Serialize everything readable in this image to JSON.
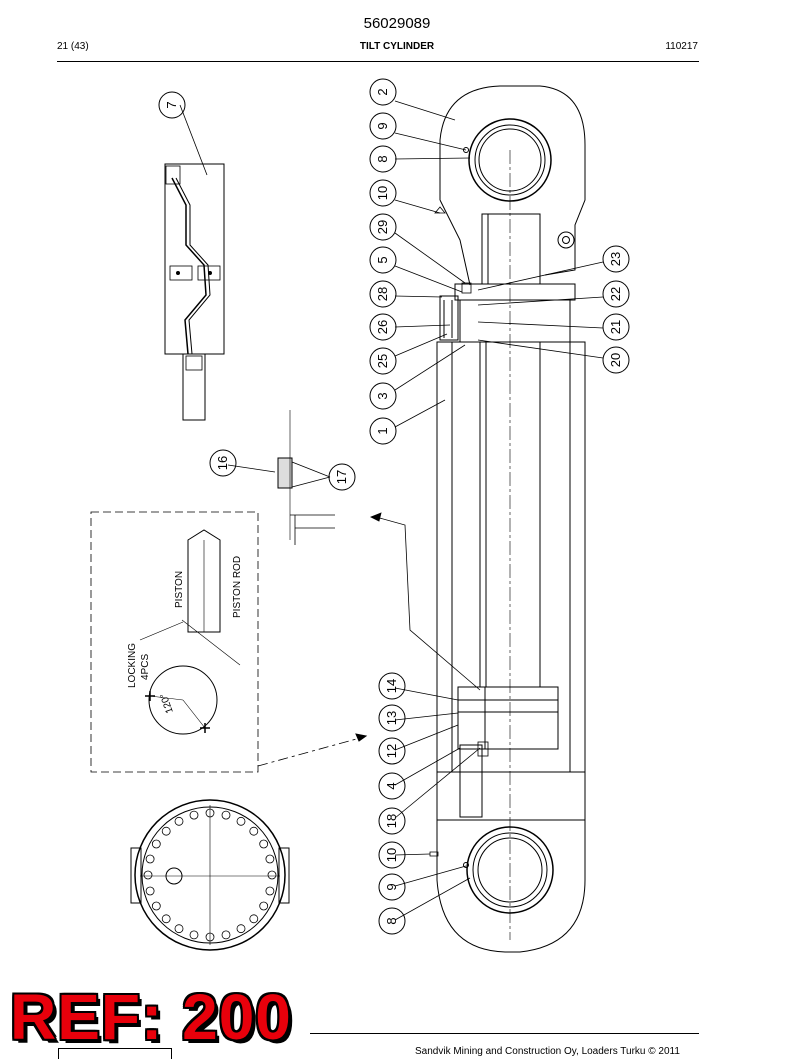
{
  "header": {
    "part_number": "56029089",
    "page": "21 (43)",
    "title": "TILT CYLINDER",
    "code": "110217"
  },
  "callouts": {
    "c2": "2",
    "c9a": "9",
    "c8a": "8",
    "c10a": "10",
    "c29": "29",
    "c5": "5",
    "c28": "28",
    "c26": "26",
    "c25": "25",
    "c3": "3",
    "c1": "1",
    "c23": "23",
    "c22": "22",
    "c21": "21",
    "c20": "20",
    "c7": "7",
    "c16": "16",
    "c17": "17",
    "c14": "14",
    "c13": "13",
    "c12": "12",
    "c4": "4",
    "c18": "18",
    "c10b": "10",
    "c9b": "9",
    "c8b": "8"
  },
  "detail_labels": {
    "piston": "PISTON",
    "piston_rod": "PISTON ROD",
    "locking": "LOCKING",
    "locking_qty": "4PCS",
    "angle": "120°"
  },
  "stamp": {
    "text": "REF: 200"
  },
  "footer": {
    "copyright": "Sandvik Mining and Construction Oy, Loaders Turku © 2011"
  }
}
